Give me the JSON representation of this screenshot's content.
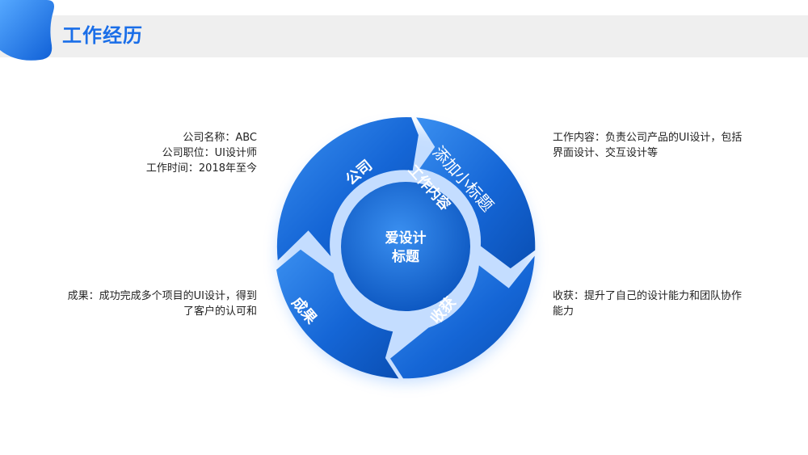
{
  "header": {
    "title": "工作经历"
  },
  "colors": {
    "accent": "#1a6ee8",
    "ring_dark": "#0a4fb4",
    "ring_light": "#2f86ee",
    "header_bg": "#efefef"
  },
  "center": {
    "line1": "爱设计",
    "line2": "标题"
  },
  "segments": {
    "top_left": "公司",
    "top_right_main": "添加小标题",
    "top_right_sub": "工作内容",
    "bottom_left": "成果",
    "bottom_right": "收获"
  },
  "company_info": {
    "name": "公司名称：ABC",
    "position": "公司职位：UI设计师",
    "time": "工作时间：2018年至今"
  },
  "work_content": {
    "line1": "工作内容：负责公司产品的UI设计，包括",
    "line2": "界面设计、交互设计等"
  },
  "achievement": {
    "line1": "成果：成功完成多个项目的UI设计，得到",
    "line2": "了客户的认可和"
  },
  "gain": {
    "line1": "收获：提升了自己的设计能力和团队协作",
    "line2": "能力"
  }
}
